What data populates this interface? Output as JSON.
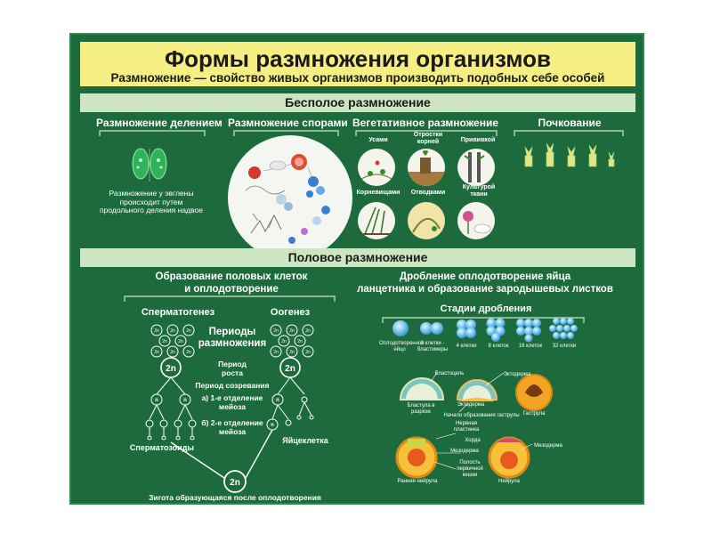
{
  "title": "Формы размножения организмов",
  "subtitle": "Размножение — свойство живых организмов производить подобных себе особей",
  "asexual": {
    "header": "Бесполое размножение",
    "division": {
      "title": "Размножение делением",
      "caption": "Размножение у эвглены происходит путем продольного деления надвое"
    },
    "spores": {
      "title": "Размножение спорами"
    },
    "vegetative": {
      "title": "Вегетативное размножение",
      "items": [
        "Усами",
        "Отростки корней",
        "Прививкой",
        "Корневищами",
        "Отводками",
        "Культурой ткани"
      ]
    },
    "budding": {
      "title": "Почкование"
    }
  },
  "sexual": {
    "header": "Половое размножение",
    "gametes": {
      "title_line1": "Образование половых клеток",
      "title_line2": "и оплодотворение",
      "spermatogenesis": "Сперматогенез",
      "oogenesis": "Оогенез",
      "periods_line1": "Периоды",
      "periods_line2": "размножения",
      "growth_line1": "Период",
      "growth_line2": "роста",
      "maturation": "Период созревания",
      "meiosis1_line1": "а) 1-е отделение",
      "meiosis1_line2": "мейоза",
      "meiosis2_line1": "б) 2-е отделение",
      "meiosis2_line2": "мейоза",
      "sperm": "Сперматозоиды",
      "egg": "Яйцеклетка",
      "zygote": "Зигота образующаяся после оплодотворения",
      "label_2n": "2n",
      "label_n": "n"
    },
    "cleavage": {
      "title_line1": "Дробление оплодотворение яйца",
      "title_line2": "ланцетника и образование зародышевых листков",
      "stages_title": "Стадии дробления",
      "stages": [
        "Оплодотворенное яйцо",
        "2 клетки - бластомеры",
        "4 клетки",
        "8 клеток",
        "16 клеток",
        "32 клетки"
      ],
      "embryo_labels": {
        "blastocoel": "Бластоцель",
        "ectoderm_top": "Эктодерма",
        "blastula": "Бластула в разрезе",
        "gastrula_start": "Начало образования гаструлы",
        "ectoderm": "Эктодерма",
        "gastrula": "Гаструла",
        "neural_plate": "Нервная пластинка",
        "chord": "Хорда",
        "mesoderm": "Мезодерма",
        "mesoderm2": "Мезодерма",
        "gut": "Полость первичной кишки",
        "early_neurula": "Ранняя нейрула",
        "neurula": "Нейрула"
      }
    }
  },
  "colors": {
    "board": "#1d6b3c",
    "title_panel": "#f5ee83",
    "band": "#cde5c1",
    "cell_blue": "#3fa7e0",
    "egg_orange": "#f0a020"
  }
}
